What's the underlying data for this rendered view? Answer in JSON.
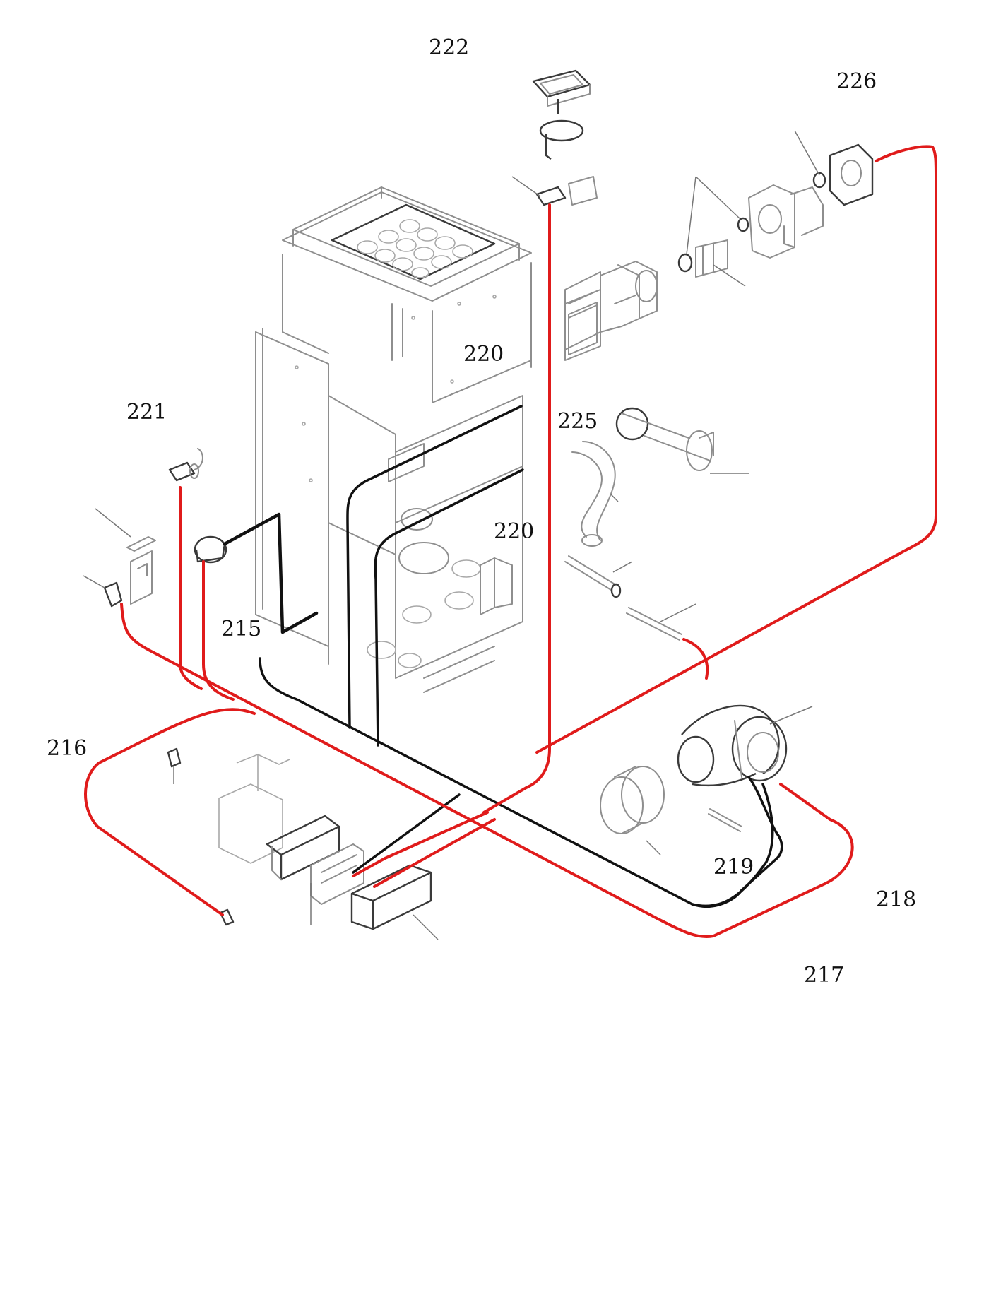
{
  "labels": {
    "p215": "215",
    "p216": "216",
    "p217": "217",
    "p218": "218",
    "p219": "219",
    "p220a": "220",
    "p220b": "220",
    "p221": "221",
    "p222": "222",
    "p225": "225",
    "p226": "226"
  },
  "colors": {
    "background": "#ffffff",
    "red_wire": "#e01b1b",
    "black_wire": "#111111",
    "part_outline": "#8e8e8e"
  }
}
